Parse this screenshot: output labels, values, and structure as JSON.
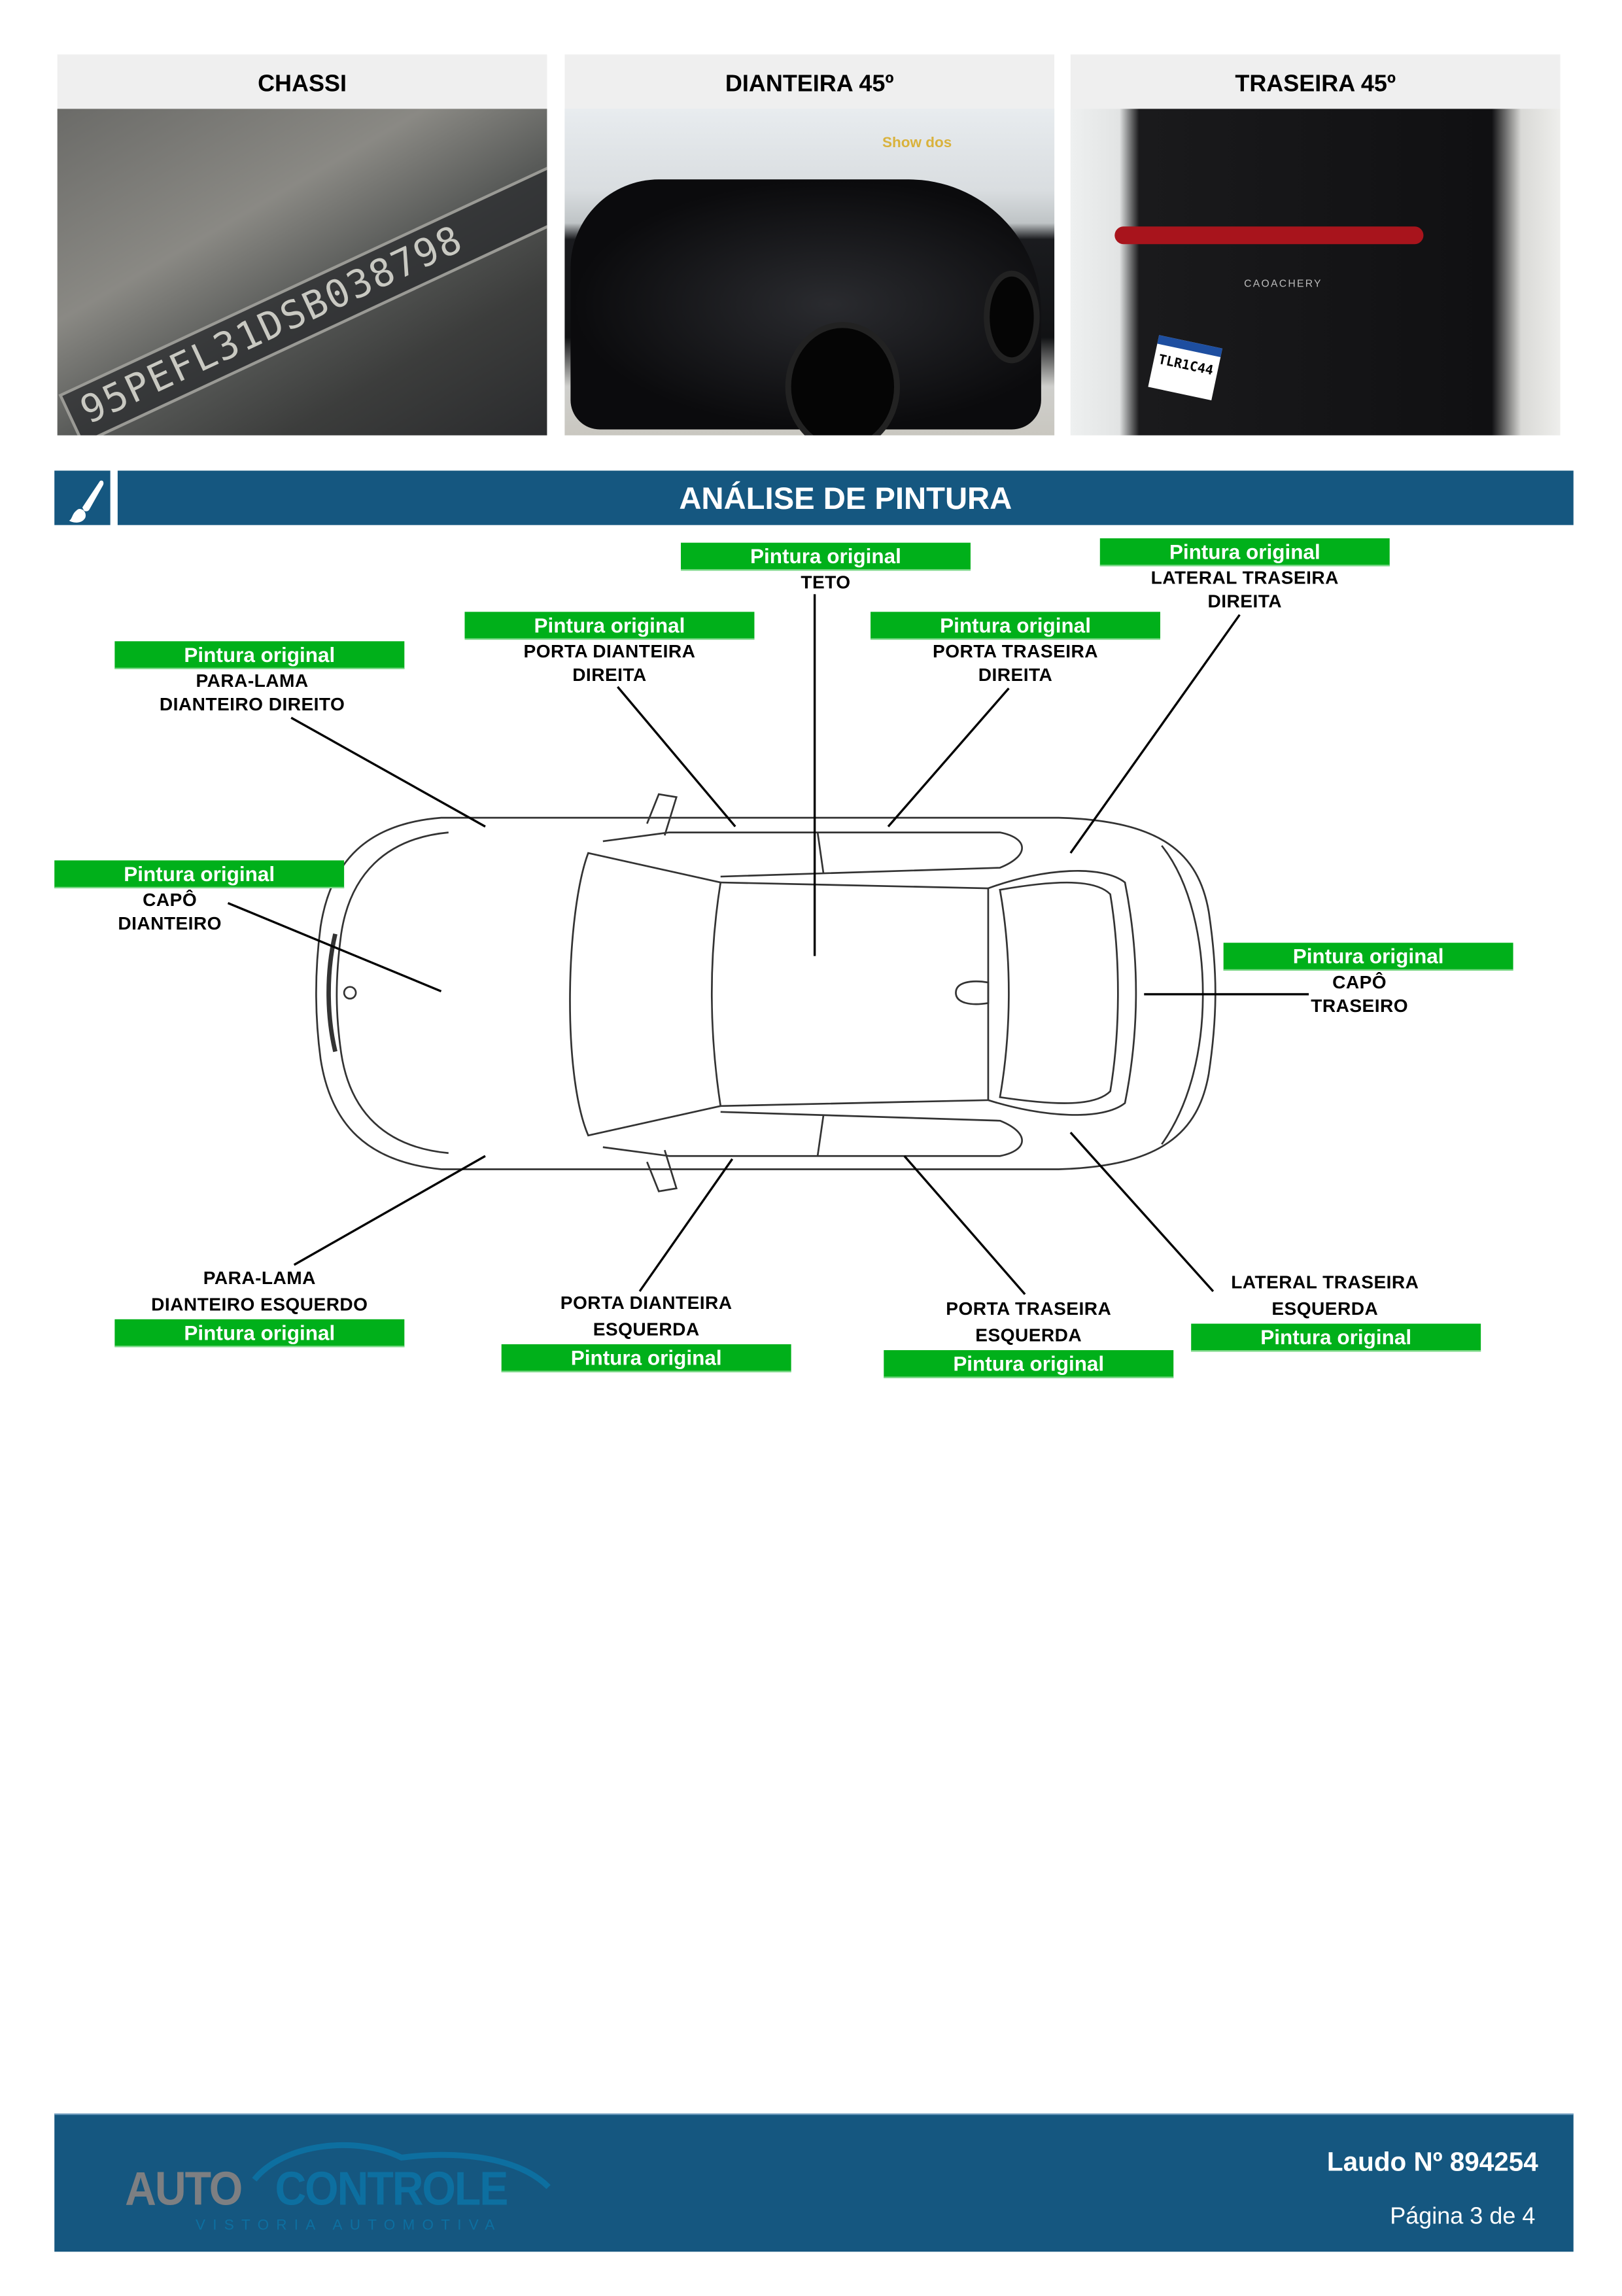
{
  "photos": [
    {
      "title": "CHASSI",
      "overlay_text": "95PEFL31DSB038798"
    },
    {
      "title": "DIANTEIRA 45º",
      "overlay_text": "Show dos"
    },
    {
      "title": "TRASEIRA 45º",
      "overlay_text": "TLR1C44",
      "brand_text": "CAOACHERY"
    }
  ],
  "section": {
    "title": "ANÁLISE DE PINTURA",
    "icon": "paintbrush-icon"
  },
  "parts": [
    {
      "status": "Pintura original",
      "line1": "TETO",
      "line2": ""
    },
    {
      "status": "Pintura original",
      "line1": "LATERAL TRASEIRA",
      "line2": "DIREITA"
    },
    {
      "status": "Pintura original",
      "line1": "PORTA DIANTEIRA",
      "line2": "DIREITA"
    },
    {
      "status": "Pintura original",
      "line1": "PORTA TRASEIRA",
      "line2": "DIREITA"
    },
    {
      "status": "Pintura original",
      "line1": "PARA-LAMA",
      "line2": "DIANTEIRO DIREITO"
    },
    {
      "status": "Pintura original",
      "line1": "CAPÔ",
      "line2": "DIANTEIRO"
    },
    {
      "status": "Pintura original",
      "line1": "CAPÔ",
      "line2": "TRASEIRO"
    },
    {
      "status": "Pintura original",
      "line1": "PARA-LAMA",
      "line2": "DIANTEIRO ESQUERDO"
    },
    {
      "status": "Pintura original",
      "line1": "PORTA DIANTEIRA",
      "line2": "ESQUERDA"
    },
    {
      "status": "Pintura original",
      "line1": "PORTA TRASEIRA",
      "line2": "ESQUERDA"
    },
    {
      "status": "Pintura original",
      "line1": "LATERAL TRASEIRA",
      "line2": "ESQUERDA"
    }
  ],
  "colors": {
    "brand_blue": "#155780",
    "status_green": "#00b01a"
  },
  "footer": {
    "logo_word1": "AUTO",
    "logo_word2": "CONTROLE",
    "logo_tagline": "VISTORIA AUTOMOTIVA",
    "report_number": "Laudo Nº 894254",
    "page": "Página 3 de 4"
  }
}
